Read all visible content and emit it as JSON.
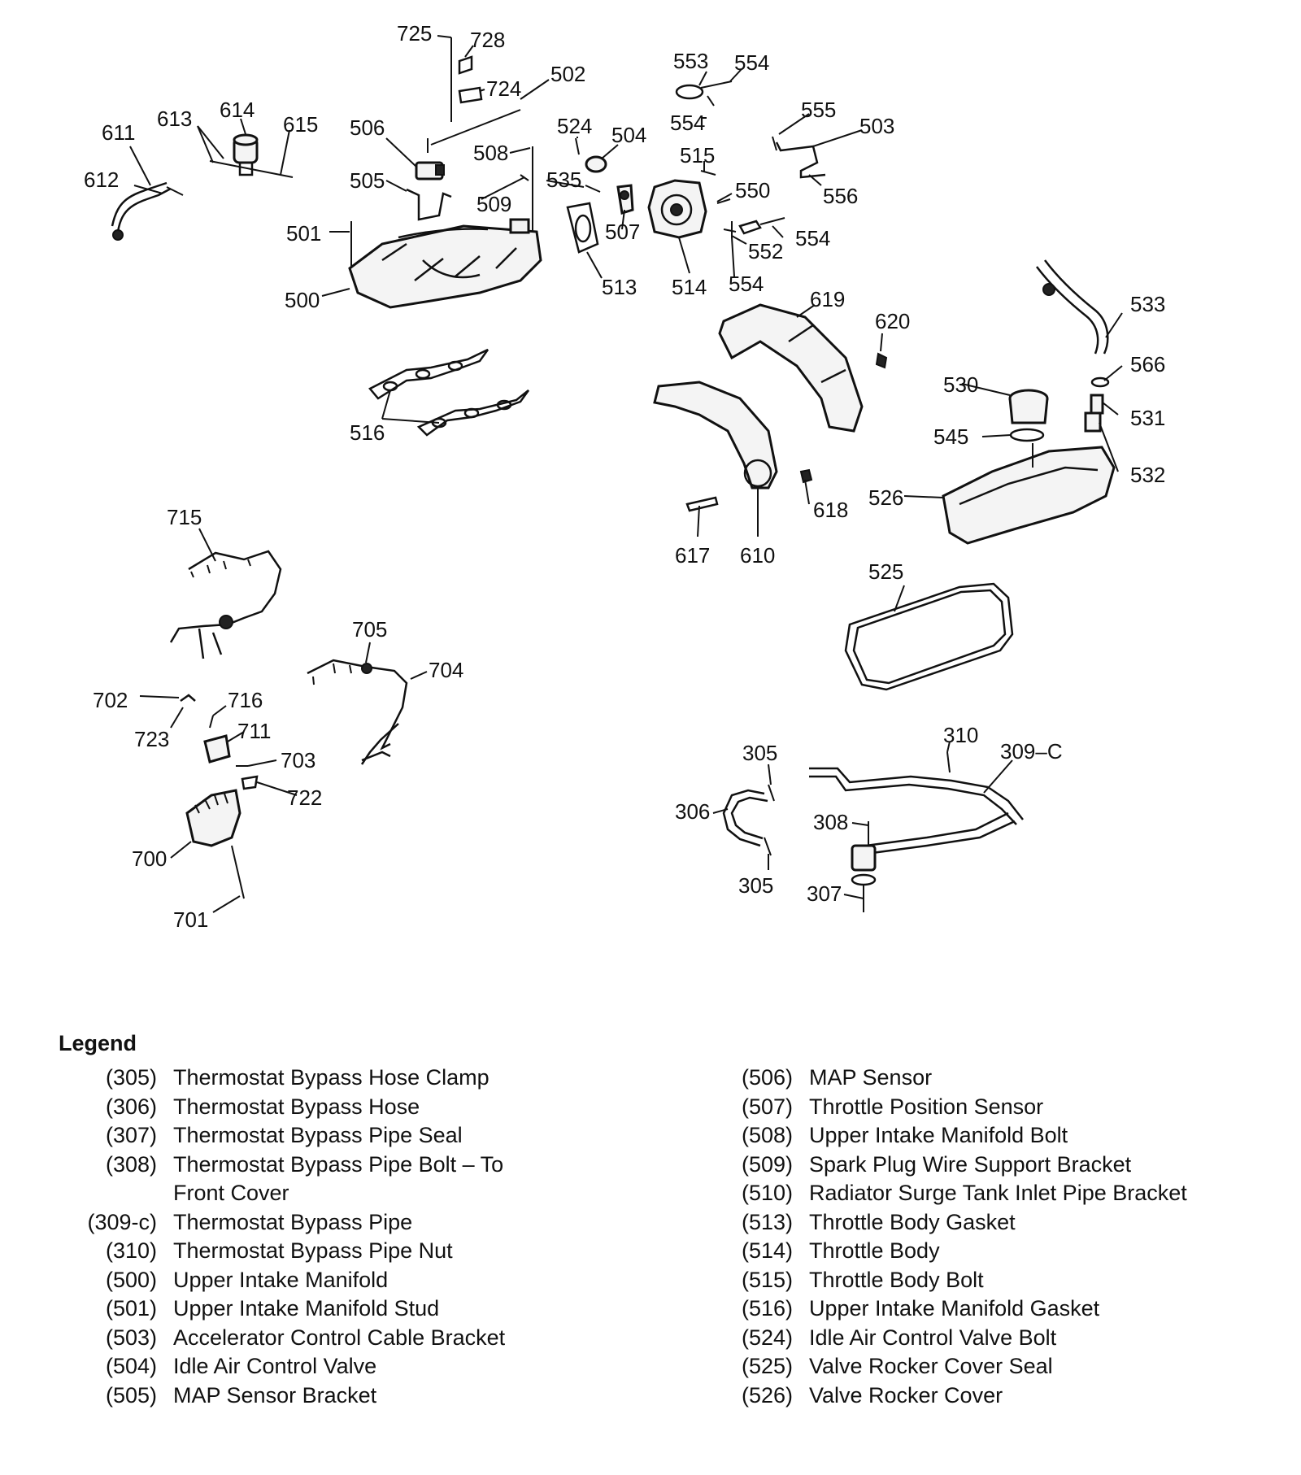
{
  "diagram": {
    "callouts": [
      "725",
      "728",
      "724",
      "502",
      "553",
      "554",
      "611",
      "613",
      "614",
      "615",
      "506",
      "524",
      "504",
      "554",
      "555",
      "503",
      "612",
      "508",
      "505",
      "535",
      "515",
      "509",
      "501",
      "507",
      "550",
      "556",
      "554",
      "552",
      "500",
      "513",
      "514",
      "554",
      "619",
      "533",
      "620",
      "566",
      "530",
      "531",
      "545",
      "516",
      "532",
      "526",
      "618",
      "617",
      "610",
      "525",
      "715",
      "705",
      "704",
      "702",
      "716",
      "723",
      "711",
      "703",
      "722",
      "700",
      "701",
      "305",
      "310",
      "309–C",
      "306",
      "308",
      "305",
      "307"
    ]
  },
  "legend": {
    "title": "Legend",
    "left": [
      {
        "num": "(305)",
        "desc": "Thermostat Bypass Hose Clamp"
      },
      {
        "num": "(306)",
        "desc": "Thermostat Bypass Hose"
      },
      {
        "num": "(307)",
        "desc": "Thermostat Bypass Pipe Seal"
      },
      {
        "num": "(308)",
        "desc": "Thermostat Bypass Pipe Bolt – To",
        "desc2": "Front Cover"
      },
      {
        "num": "(309-c)",
        "desc": "Thermostat Bypass Pipe"
      },
      {
        "num": "(310)",
        "desc": "Thermostat Bypass Pipe Nut"
      },
      {
        "num": "(500)",
        "desc": "Upper Intake Manifold"
      },
      {
        "num": "(501)",
        "desc": "Upper Intake Manifold Stud"
      },
      {
        "num": "(503)",
        "desc": "Accelerator Control Cable Bracket"
      },
      {
        "num": "(504)",
        "desc": "Idle Air Control Valve"
      },
      {
        "num": "(505)",
        "desc": "MAP Sensor Bracket"
      }
    ],
    "right": [
      {
        "num": "(506)",
        "desc": "MAP Sensor"
      },
      {
        "num": "(507)",
        "desc": "Throttle Position Sensor"
      },
      {
        "num": "(508)",
        "desc": "Upper Intake Manifold Bolt"
      },
      {
        "num": "(509)",
        "desc": "Spark Plug Wire Support Bracket"
      },
      {
        "num": "(510)",
        "desc": "Radiator Surge Tank Inlet Pipe Bracket"
      },
      {
        "num": "(513)",
        "desc": "Throttle Body Gasket"
      },
      {
        "num": "(514)",
        "desc": "Throttle Body"
      },
      {
        "num": "(515)",
        "desc": "Throttle Body Bolt"
      },
      {
        "num": "(516)",
        "desc": "Upper Intake Manifold Gasket"
      },
      {
        "num": "(524)",
        "desc": "Idle Air Control Valve Bolt"
      },
      {
        "num": "(525)",
        "desc": "Valve Rocker Cover Seal"
      },
      {
        "num": "(526)",
        "desc": "Valve Rocker Cover"
      }
    ]
  }
}
